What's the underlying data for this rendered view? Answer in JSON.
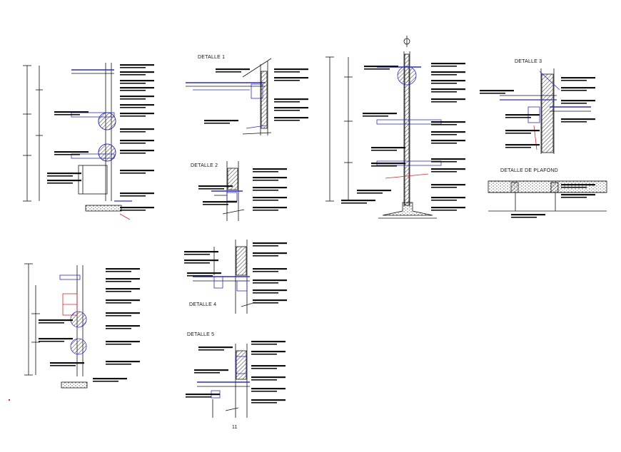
{
  "sheet": {
    "detail_titles": {
      "d1": "DETALLE 1",
      "d2": "DETALLE 2",
      "d3": "DETALLE 3",
      "d4": "DETALLE 4",
      "d5": "DETALLE 5",
      "plafond": "DETALLE DE PLAFOND"
    },
    "page_number": "11"
  },
  "colors": {
    "line": "#111111",
    "accent_blue": "#2a2ad8",
    "accent_red": "#e02020",
    "hatch": "#444444"
  }
}
